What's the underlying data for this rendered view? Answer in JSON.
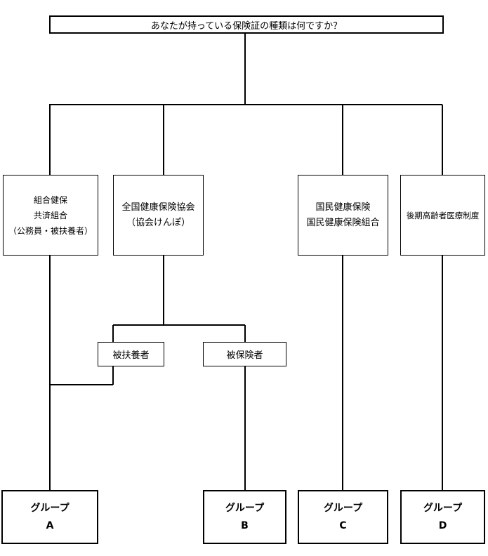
{
  "question": "あなたが持っている保険証の種類は何ですか？",
  "categories": [
    {
      "lines": [
        "組合健保",
        "共済組合",
        "（公務員・被扶養者）"
      ]
    },
    {
      "lines": [
        "全国健康保険協会",
        "（協会けんぽ）"
      ]
    },
    {
      "lines": [
        "国民健康保険",
        "国民健康保険組合"
      ]
    },
    {
      "lines": [
        "後期高齢者医療制度"
      ]
    }
  ],
  "subcategories": {
    "dependent": "被扶養者",
    "insured": "被保険者"
  },
  "groups": [
    {
      "title": "グループ",
      "letter": "A"
    },
    {
      "title": "グループ",
      "letter": "B"
    },
    {
      "title": "グループ",
      "letter": "C"
    },
    {
      "title": "グループ",
      "letter": "D"
    }
  ]
}
